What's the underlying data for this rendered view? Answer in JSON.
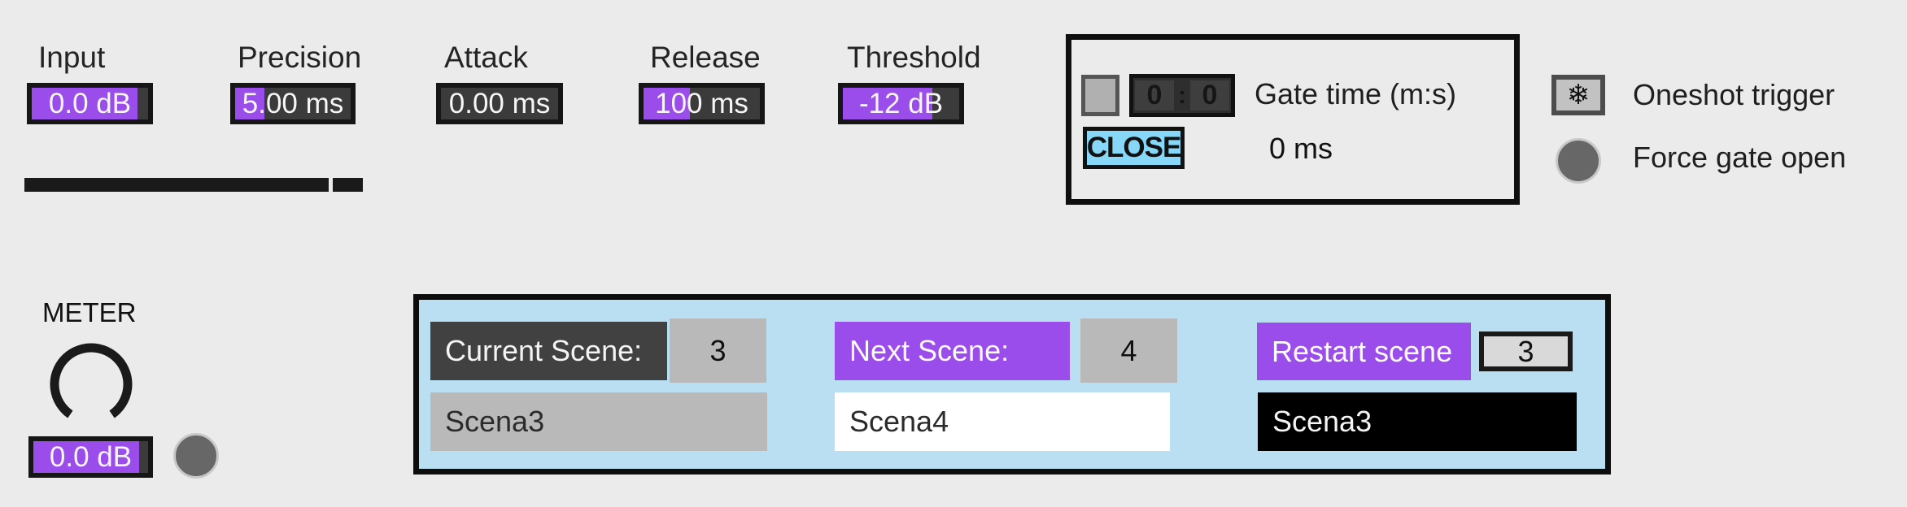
{
  "colors": {
    "background": "#EBEBEB",
    "accent_purple": "#9B4DEB",
    "panel_blue": "#BBDFF2",
    "close_blue": "#87D7F8",
    "box_dark": "#3B3B3B",
    "gray_box": "#B9B9B9"
  },
  "params": {
    "input": {
      "label": "Input",
      "value": "0.0 dB",
      "fill_style": "width:91%"
    },
    "precision": {
      "label": "Precision",
      "value": "5.00 ms",
      "fill_style": "width:25%"
    },
    "attack": {
      "label": "Attack",
      "value": "0.00 ms",
      "fill_style": "width:0%"
    },
    "release": {
      "label": "Release",
      "value": "100 ms",
      "fill_style": "width:40%"
    },
    "threshold": {
      "label": "Threshold",
      "value": "-12 dB",
      "fill_style": "width:77%"
    }
  },
  "gain_slider": {
    "fill_style": "left:0px;width:374px",
    "thumb_style": "left:379px;width:37px"
  },
  "gate": {
    "minutes": "0",
    "colon": ":",
    "seconds": "0",
    "label": "Gate time (m:s)",
    "close_label": "CLOSE",
    "ms_value": "0 ms"
  },
  "oneshot": {
    "icon": "❄",
    "label": "Oneshot trigger"
  },
  "force_gate": {
    "label": "Force gate open"
  },
  "meter": {
    "label": "METER",
    "value": "0.0 dB",
    "fill_style": "width:92%"
  },
  "scenes": {
    "current": {
      "label": "Current Scene:",
      "number": "3",
      "name": "Scena3"
    },
    "next": {
      "label": "Next Scene:",
      "number": "4",
      "name": "Scena4"
    },
    "restart": {
      "label": "Restart scene",
      "number": "3",
      "name": "Scena3"
    }
  }
}
